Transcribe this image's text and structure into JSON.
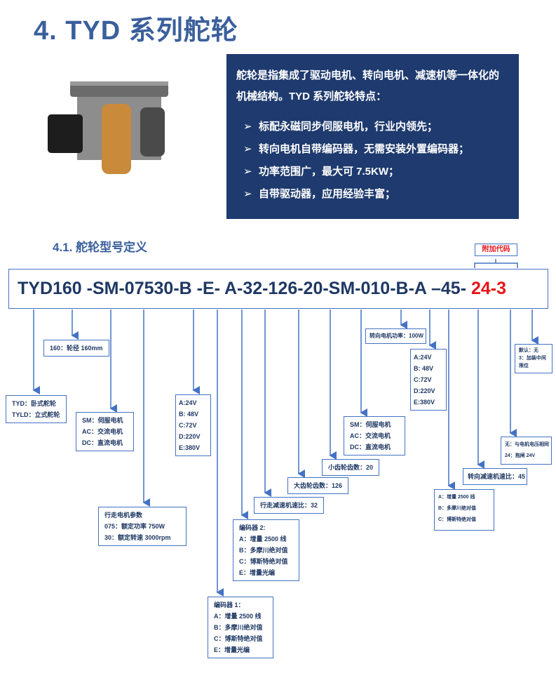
{
  "title": "4.  TYD 系列舵轮",
  "intro": {
    "text": "舵轮是指集成了驱动电机、转向电机、减速机等一体化的机械结构。TYD 系列舵轮特点：",
    "bullets": [
      "标配永磁同步伺服电机，行业内领先；",
      "转向电机自带编码器，无需安装外置编码器；",
      "功率范围广，最大可 7.5KW；",
      "自带驱动器，应用经验丰富；"
    ]
  },
  "section": "4.1.    舵轮型号定义",
  "extra_code_label": "附加代码",
  "code": {
    "main": "TYD160 -SM-07530-B -E- A-32-126-20-SM-010-B-A –45- ",
    "extra": "24-3"
  },
  "boxes": {
    "diameter": [
      "160：轮径 160mm"
    ],
    "type": [
      "TYD：卧式舵轮",
      "TYLD：立式舵轮"
    ],
    "motor1": [
      "SM：伺服电机",
      "AC：交流电机",
      "DC：直流电机"
    ],
    "motor_params": [
      "行走电机参数",
      "075：额定功率 750W",
      "30：额定转速 3000rpm"
    ],
    "voltage1": [
      "A:24V",
      "B: 48V",
      "C:72V",
      "D:220V",
      "E:380V"
    ],
    "encoder1": [
      "编码器 1：",
      "A：增量 2500 线",
      "B：多摩川绝对值",
      "C：博斯特绝对值",
      "E：增量光编"
    ],
    "encoder2": [
      "编码器 2:",
      "A：增量 2500 线",
      "B：多摩川绝对值",
      "C：博斯特绝对值",
      "E：增量光编"
    ],
    "drive_ratio": [
      "行走减速机速比：32"
    ],
    "big_gear": [
      "大齿轮齿数：126"
    ],
    "small_gear": [
      "小齿轮齿数：20"
    ],
    "motor2": [
      "SM：伺服电机",
      "AC：交流电机",
      "DC：直流电机"
    ],
    "steer_power": [
      "转向电机功率：100W"
    ],
    "voltage2": [
      "A:24V",
      "B: 48V",
      "C:72V",
      "D:220V",
      "E:380V"
    ],
    "encoder3": [
      "A：增量 2500 线",
      "B：多摩川绝对值",
      "C：博斯特绝对值"
    ],
    "steer_ratio": [
      "转向减速机速比：45"
    ],
    "brake": [
      "无：与电机电压相同",
      "24：抱闸 24V"
    ],
    "limit": [
      "默认：无",
      "3：加装中间",
      "限位"
    ]
  },
  "colors": {
    "accent": "#4472c4",
    "dark": "#1e3a6e",
    "red": "#e8141a"
  }
}
